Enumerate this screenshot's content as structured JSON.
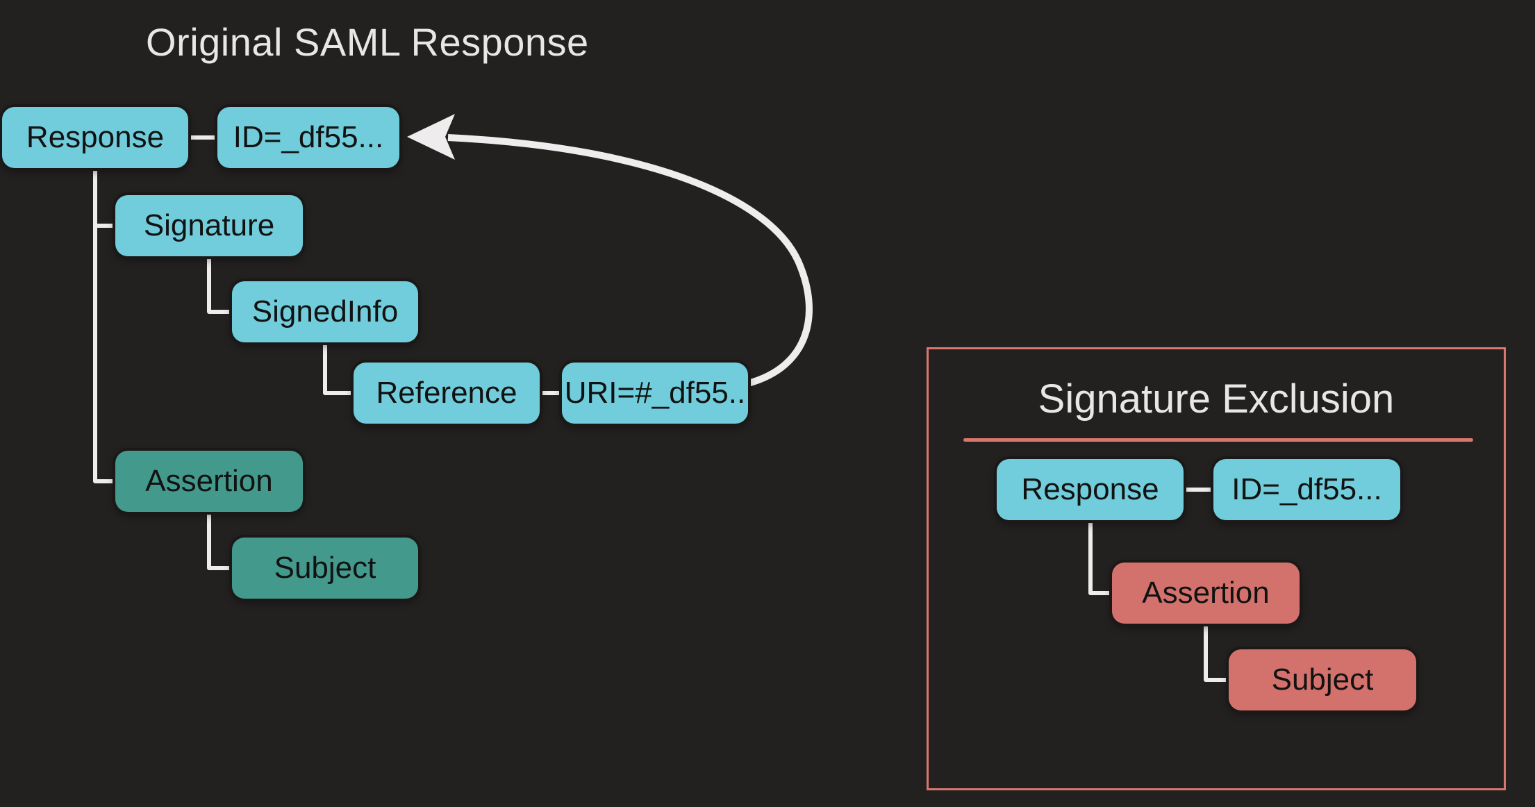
{
  "left_diagram": {
    "title": "Original SAML Response",
    "nodes": {
      "response": {
        "label": "Response"
      },
      "id_attr": {
        "label": "ID=_df55..."
      },
      "signature": {
        "label": "Signature"
      },
      "signedinfo": {
        "label": "SignedInfo"
      },
      "reference": {
        "label": "Reference"
      },
      "uri_attr": {
        "label": "URI=#_df55.."
      },
      "assertion": {
        "label": "Assertion"
      },
      "subject": {
        "label": "Subject"
      }
    }
  },
  "right_panel": {
    "title": "Signature Exclusion",
    "nodes": {
      "response": {
        "label": "Response"
      },
      "id_attr": {
        "label": "ID=_df55..."
      },
      "assertion": {
        "label": "Assertion"
      },
      "subject": {
        "label": "Subject"
      }
    }
  },
  "colors": {
    "background": "#232020",
    "node_cyan": "#71CDDB",
    "node_teal": "#43998C",
    "node_salmon": "#D3726C",
    "panel_border": "#D9776E",
    "connector": "#EEECEC",
    "title_text": "#E8E6E6",
    "node_text": "#121212"
  }
}
